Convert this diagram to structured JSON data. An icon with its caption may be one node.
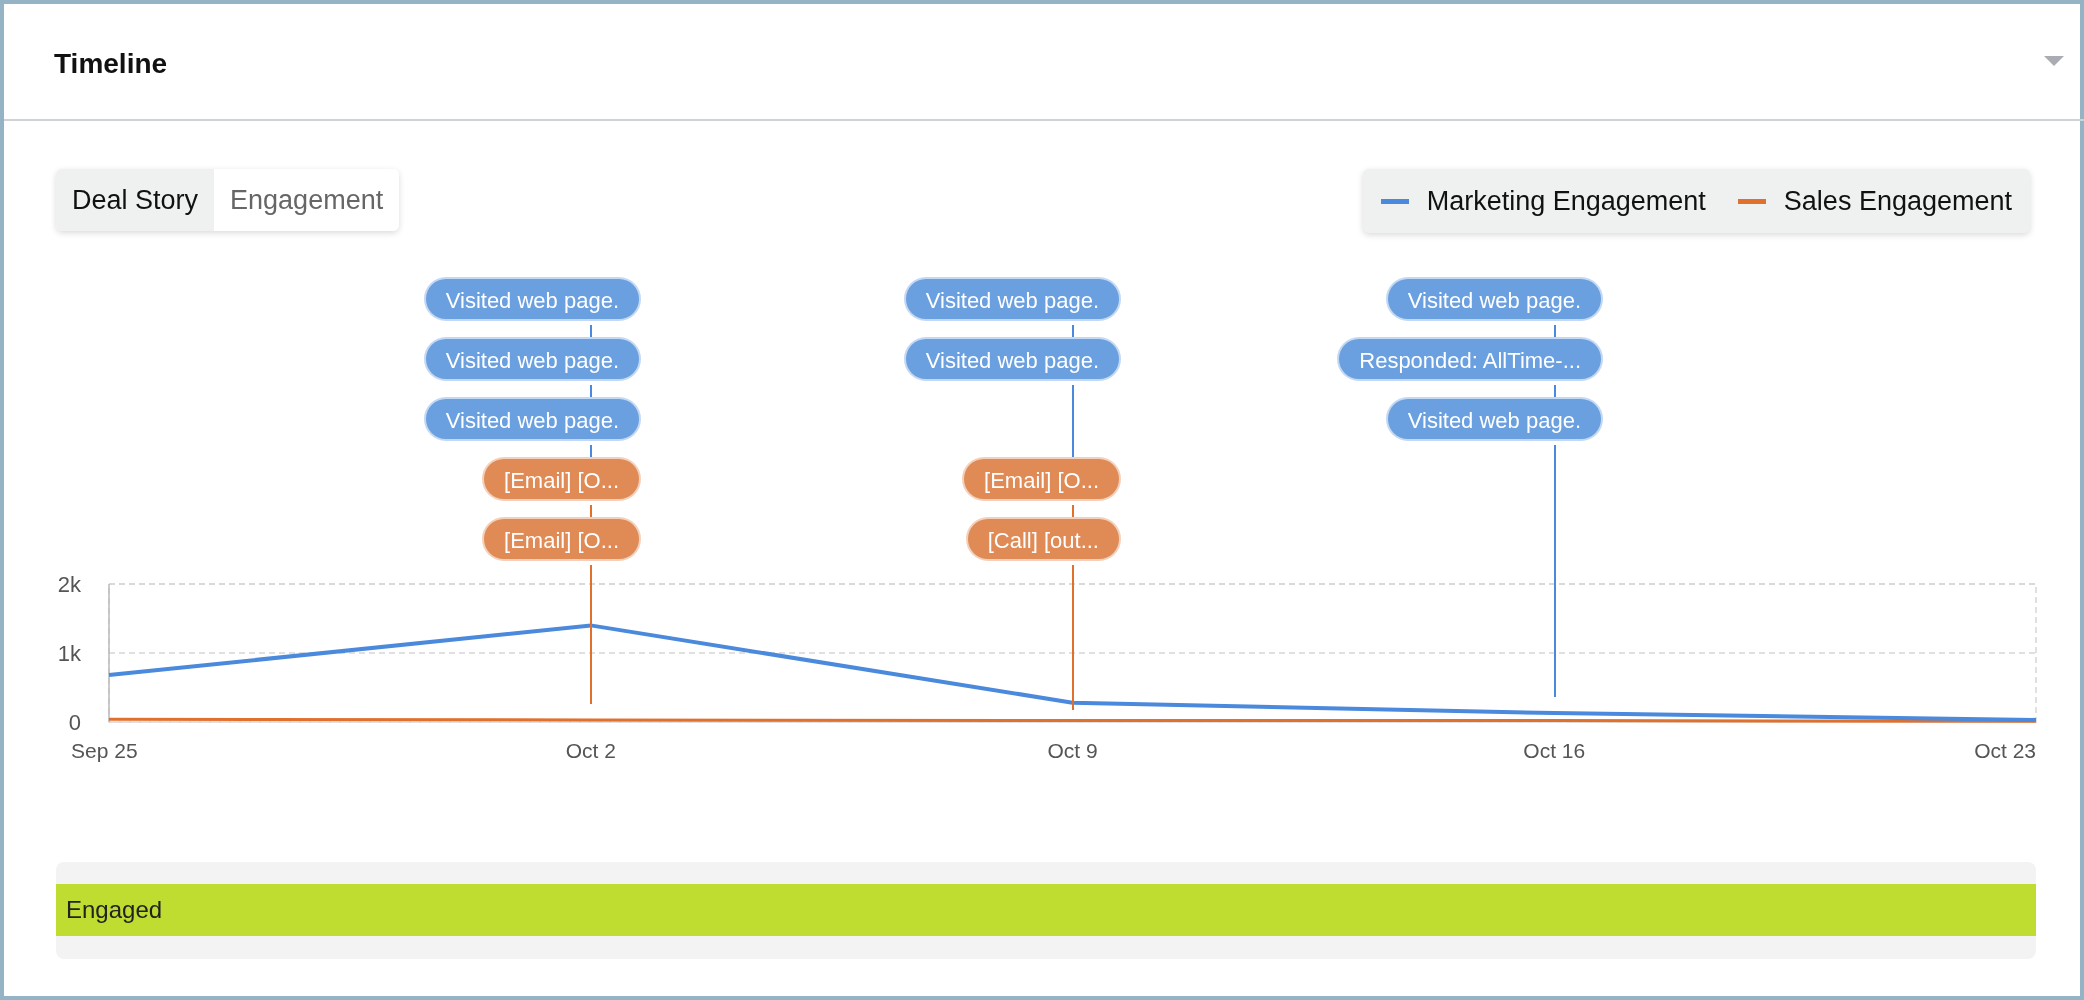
{
  "diagram": {
    "title": "Timeline",
    "nodes": [
      {
        "text": [
          "Visited web page."
        ]
      },
      {
        "text": [
          "Visited web page."
        ]
      },
      {
        "text": [
          "Visited web page."
        ]
      },
      {
        "text": [
          "[Email] [O..."
        ]
      },
      {
        "text": [
          "[Email] [O..."
        ]
      },
      {
        "text": [
          "Visited web page."
        ]
      },
      {
        "text": [
          "Visited web page."
        ]
      },
      {
        "text": [
          "[Email] [O..."
        ]
      },
      {
        "text": [
          "[Call] [out..."
        ]
      },
      {
        "text": [
          "Visited web page."
        ]
      },
      {
        "text": [
          "Responded: AllTime-..."
        ]
      },
      {
        "text": [
          "Visited web page."
        ]
      },
      {
        "text": [
          "Engaged"
        ]
      }
    ],
    "edges": [
      {
        "from": 0,
        "to": 1,
        "arrow": "none"
      },
      {
        "from": 1,
        "to": 2,
        "arrow": "none"
      },
      {
        "from": 2,
        "to": 3,
        "arrow": "none"
      },
      {
        "from": 3,
        "to": 4,
        "arrow": "none",
        "color": "#e0702e"
      },
      {
        "from": 4,
        "to": null,
        "arrow": "none",
        "color": "#e0702e"
      },
      {
        "from": 5,
        "to": 6,
        "arrow": "none"
      },
      {
        "from": 6,
        "to": 7,
        "arrow": "none"
      },
      {
        "from": 7,
        "to": 8,
        "arrow": "none",
        "color": "#e0702e"
      },
      {
        "from": 8,
        "to": null,
        "arrow": "none",
        "color": "#e0702e"
      },
      {
        "from": 9,
        "to": 10,
        "arrow": "none"
      },
      {
        "from": 10,
        "to": 11,
        "arrow": "none"
      },
      {
        "from": 11,
        "to": null,
        "arrow": "none"
      }
    ],
    "labels": [
      "Deal Story",
      "Engagement"
    ],
    "chart_data": {
      "type": "line",
      "categories": [
        "Sep 25",
        "Oct 2",
        "Oct 9",
        "Oct 16",
        "Oct 23"
      ],
      "series": [
        {
          "name": "Marketing Engagement",
          "color": "#4a89dc",
          "values": [
            680,
            1400,
            280,
            130,
            30
          ]
        },
        {
          "name": "Sales Engagement",
          "color": "#e0702e",
          "values": [
            40,
            30,
            20,
            20,
            10
          ]
        }
      ],
      "ylim": [
        0,
        2000
      ],
      "yticks": [
        {
          "value": 0,
          "label": "0"
        },
        {
          "value": 1000,
          "label": "1k"
        },
        {
          "value": 2000,
          "label": "2k"
        }
      ]
    }
  }
}
